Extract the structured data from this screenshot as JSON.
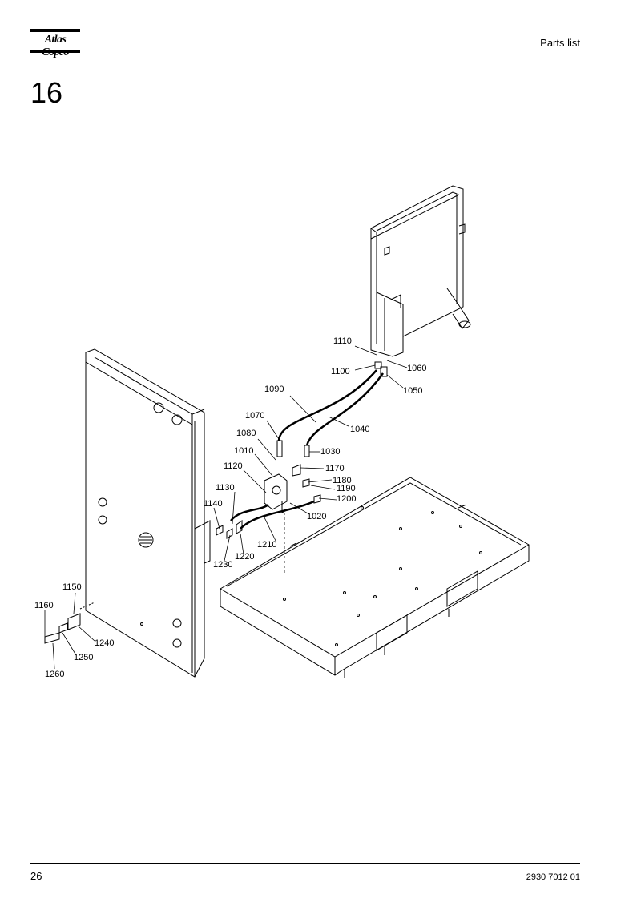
{
  "header": {
    "brand": "Atlas Copco",
    "title": "Parts list"
  },
  "section_number": "16",
  "callouts": [
    "1110",
    "1060",
    "1100",
    "1050",
    "1090",
    "1040",
    "1070",
    "1080",
    "1030",
    "1010",
    "1170",
    "1120",
    "1180",
    "1190",
    "1130",
    "1200",
    "1140",
    "1020",
    "1210",
    "1220",
    "1230",
    "1150",
    "1160",
    "1240",
    "1250",
    "1260"
  ],
  "footer": {
    "page_number": "26",
    "document_number": "2930 7012 01"
  }
}
